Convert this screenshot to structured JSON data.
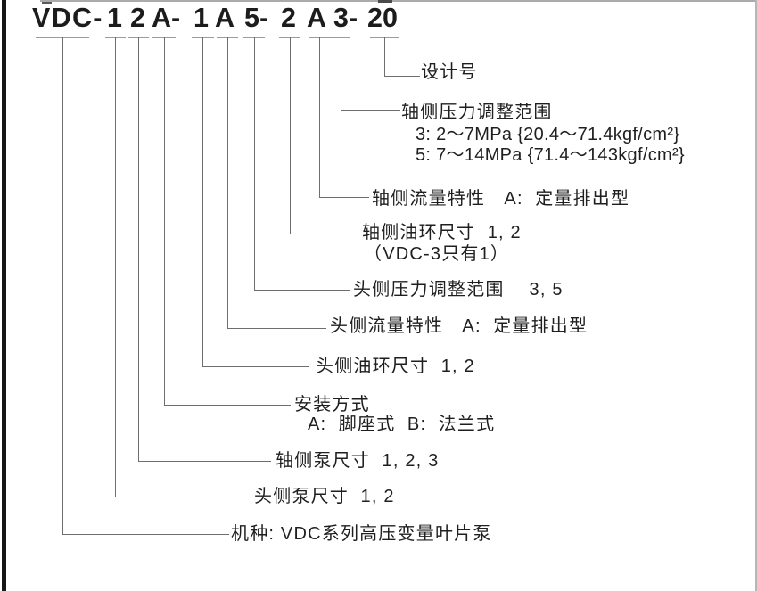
{
  "model_code": {
    "full": "VDC-1 2 A-1 A 5-2 A 3-20",
    "tokens": [
      "VDC-",
      "1",
      "2",
      "A-",
      "1",
      "A",
      "5-",
      "2",
      "A",
      "3-",
      "20"
    ]
  },
  "legend": {
    "items": [
      {
        "code": "20",
        "label": "设计号",
        "sublines": []
      },
      {
        "code": "3",
        "label": "轴侧压力调整范围",
        "sublines": [
          "3: 2〜7MPa {20.4〜71.4kgf/cm²}",
          "5: 7〜14MPa {71.4〜143kgf/cm²}"
        ]
      },
      {
        "code": "A",
        "label": "轴侧流量特性　A:  定量排出型",
        "sublines": []
      },
      {
        "code": "2",
        "label": "轴侧油环尺寸  1, 2",
        "sublines": [
          "（VDC-3只有1）"
        ]
      },
      {
        "code": "5",
        "label": "头侧压力调整范围　 3, 5",
        "sublines": []
      },
      {
        "code": "A",
        "label": "头侧流量特性　A:  定量排出型",
        "sublines": []
      },
      {
        "code": "1",
        "label": "头侧油环尺寸  1, 2",
        "sublines": []
      },
      {
        "code": "A",
        "label": "安装方式",
        "sublines": [
          "A:  脚座式  B:  法兰式"
        ]
      },
      {
        "code": "2",
        "label": "轴侧泵尺寸  1, 2, 3",
        "sublines": []
      },
      {
        "code": "1",
        "label": "头侧泵尺寸  1, 2",
        "sublines": []
      },
      {
        "code": "VDC",
        "label": "机种: VDC系列高压变量叶片泵",
        "sublines": []
      }
    ]
  },
  "colors": {
    "text": "#1f1f1f",
    "leader_line": "#6e6e6e",
    "tick": "#9b9b9b",
    "edge_bar": "#161616",
    "hairline": "#ababab"
  }
}
